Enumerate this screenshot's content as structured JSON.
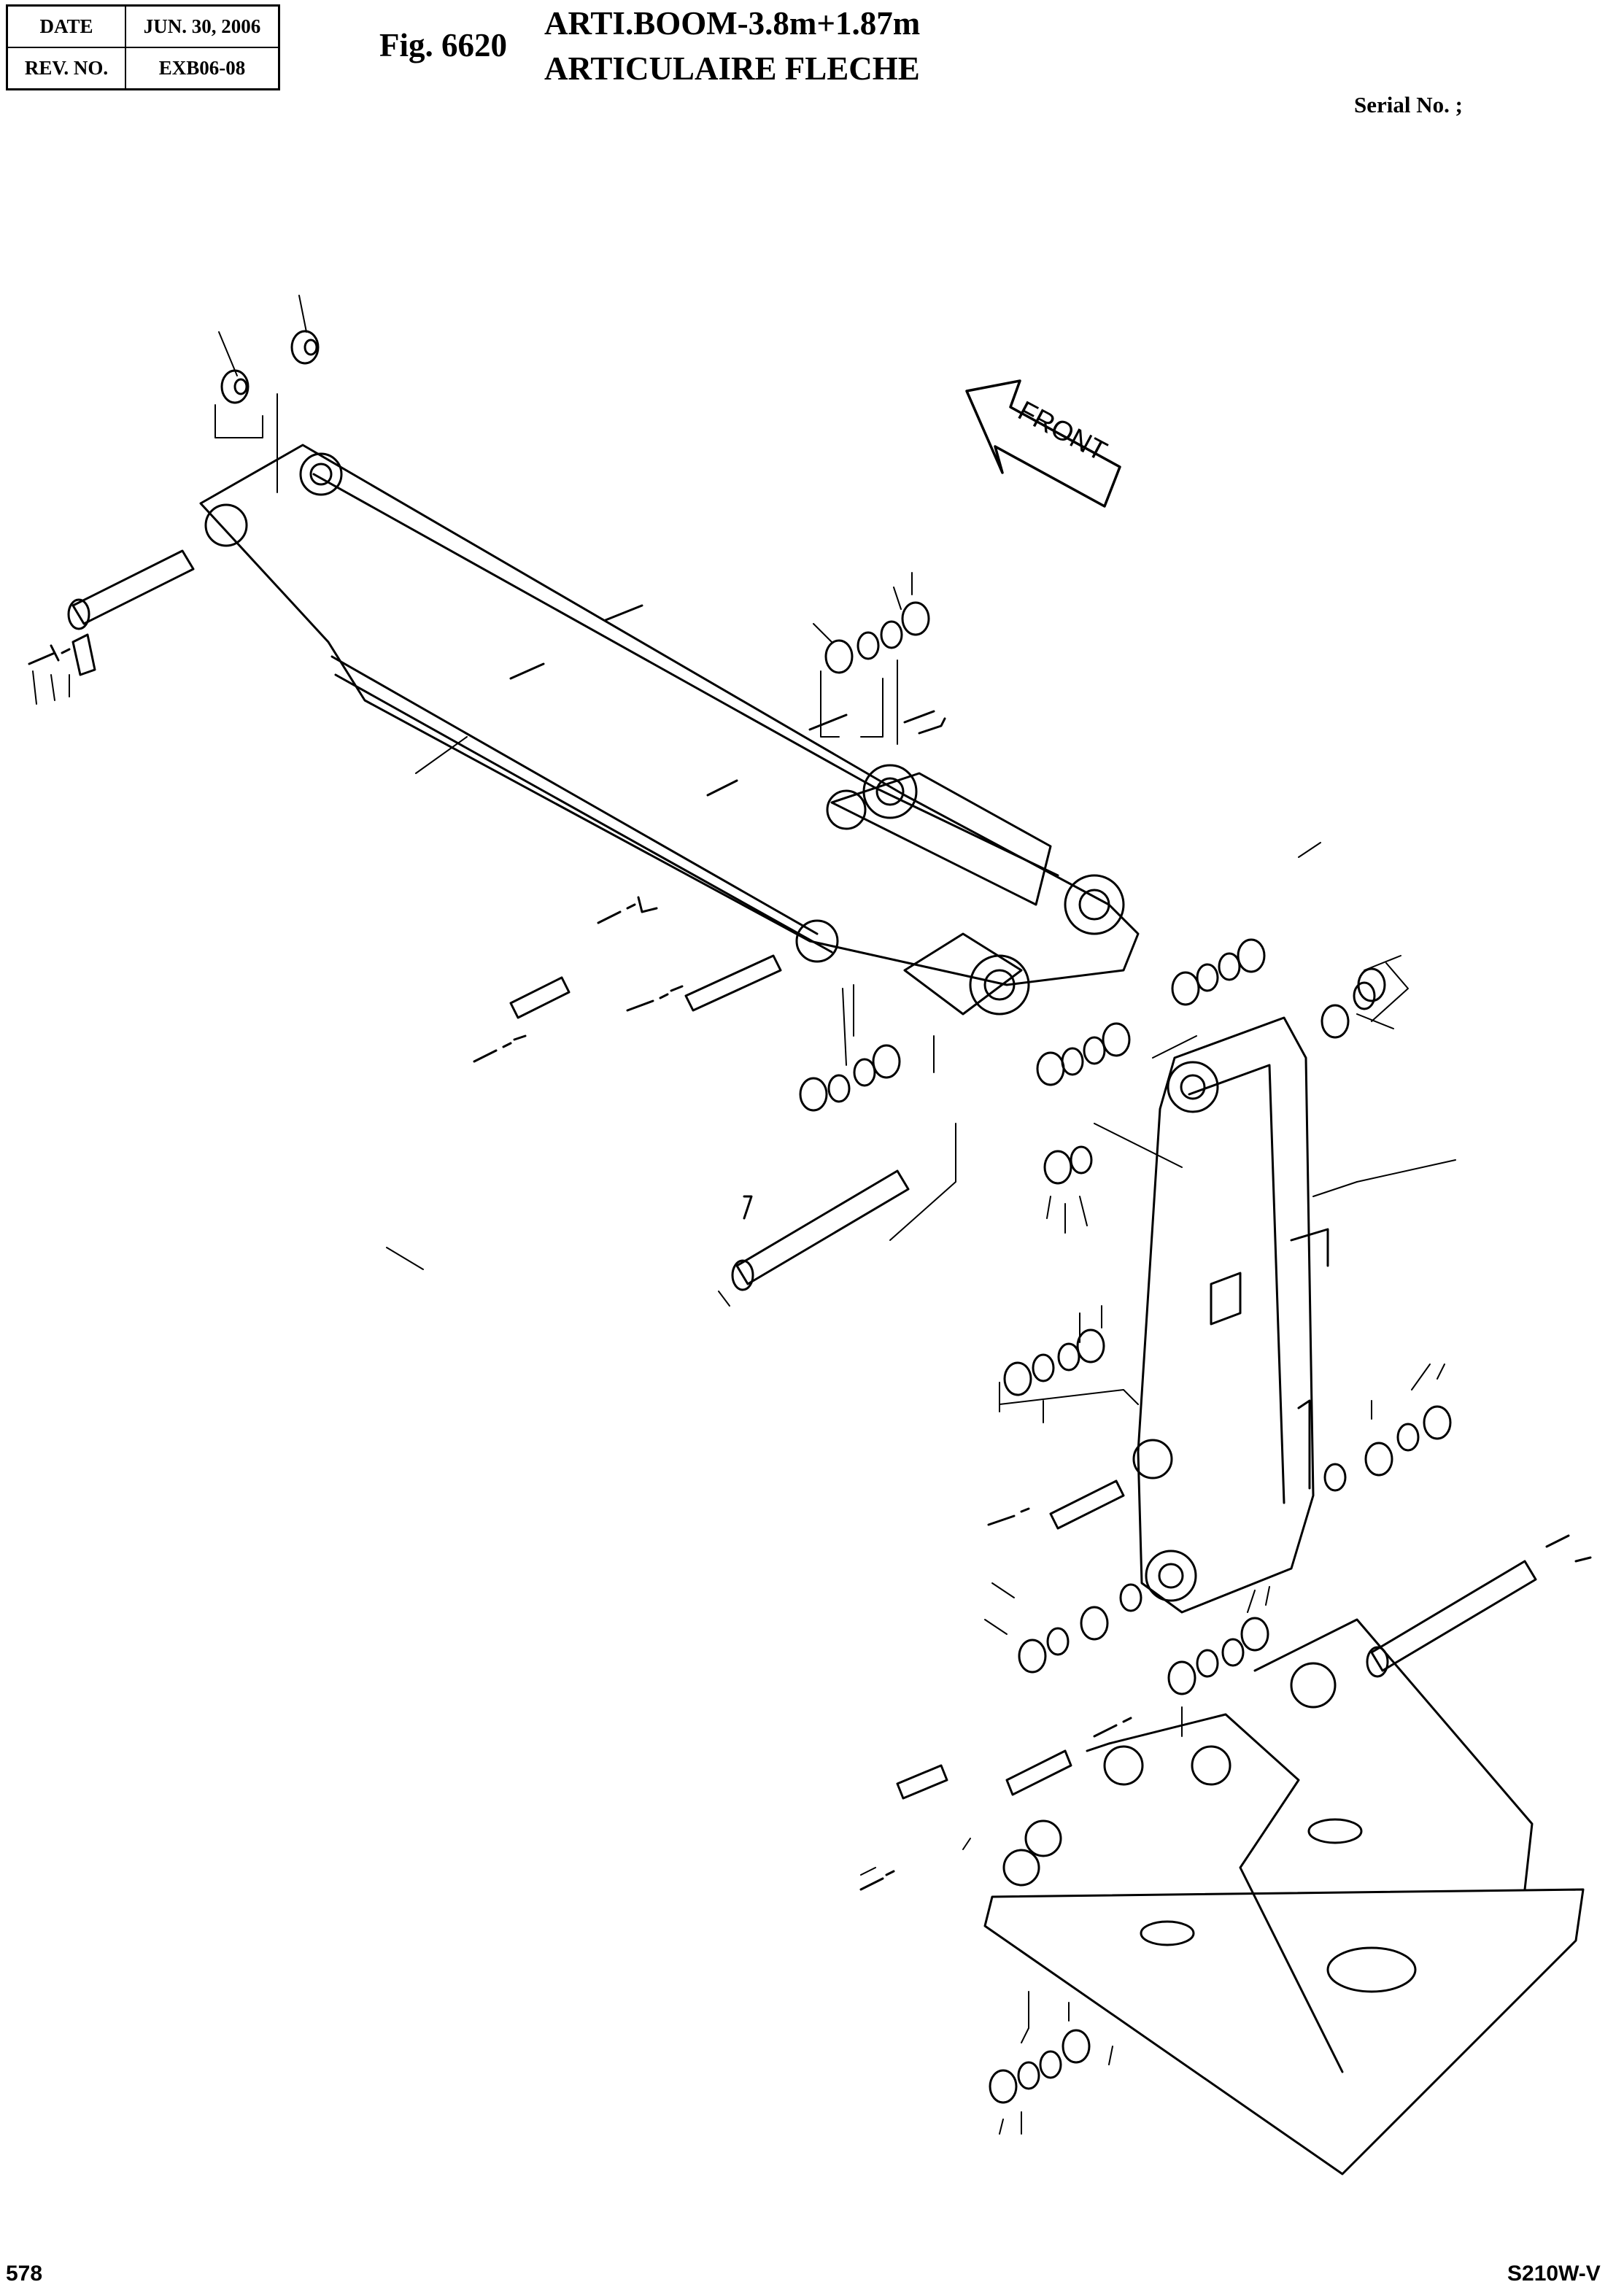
{
  "header": {
    "date_label": "DATE",
    "date_value": "JUN. 30, 2006",
    "rev_label": "REV. NO.",
    "rev_value": "EXB06-08"
  },
  "figure": {
    "number": "Fig. 6620",
    "title_line1": "ARTI.BOOM-3.8m+1.87m",
    "title_line2": "ARTICULAIRE FLECHE"
  },
  "serial_label": "Serial No. ;",
  "front_arrow_label": "FRONT",
  "footer": {
    "page_number": "578",
    "model": "S210W-V"
  }
}
